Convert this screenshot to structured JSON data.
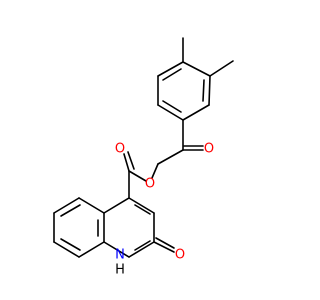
{
  "molecule": {
    "atom_labels": {
      "ketone_oxygen": "O",
      "ester_oxygen": "O",
      "carbonyl_oxygen": "O",
      "hydroxy_oxygen": "O",
      "ring_nitrogen": "N",
      "ring_nitrogen_hydrogen": "H"
    },
    "colors": {
      "bond": "#000000",
      "oxygen": "#ff0000",
      "nitrogen": "#0000ff"
    }
  }
}
